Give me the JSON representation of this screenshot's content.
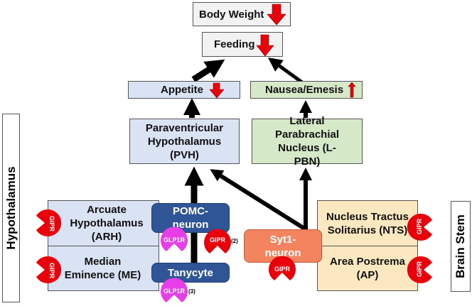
{
  "outcomes": {
    "body_weight": "Body Weight",
    "feeding": "Feeding",
    "appetite": "Appetite",
    "nausea": "Nausea/Emesis"
  },
  "regions": {
    "pvh": "Paraventricular Hypothalamus (PVH)",
    "lpbn": "Lateral Parabrachial Nucleus (L-PBN)",
    "arh": "Arcuate Hypothalamus (ARH)",
    "me": "Median Eminence (ME)",
    "nts": "Nucleus Tractus Solitarius  (NTS)",
    "ap": "Area Postrema (AP)"
  },
  "cells": {
    "pomc": "POMC-neuron",
    "tanycyte": "Tanycyte",
    "syt1": "Syt1-neuron"
  },
  "side_labels": {
    "left": "Hypothalamus",
    "right": "Brain Stem"
  },
  "receptors": {
    "gipr": "GIPR",
    "glp1r": "GLP1R",
    "note_2": "(2)",
    "note_3": "(3)"
  },
  "colors": {
    "gipr": "#e8000b",
    "glp1r": "#e83ee8",
    "arrow_down": "#e8000b",
    "arrow": "#000000"
  }
}
